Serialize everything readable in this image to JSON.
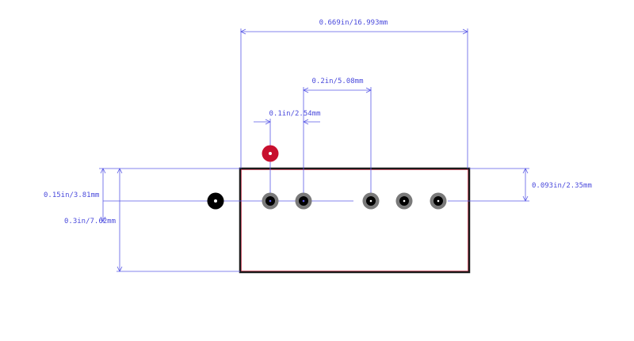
{
  "colors": {
    "dimension": "#5a5ae6",
    "outline": "#1a1a1a",
    "outline_inner": "#c8102e",
    "pad_ring": "#7a7a7a",
    "pad_hole": "#000000",
    "pin1_pad": "#c8102e",
    "mount_pad": "#000000"
  },
  "dimensions": {
    "overall_width": "0.669in/16.993mm",
    "pin_span": "0.2in/5.08mm",
    "pin_pitch": "0.1in/2.54mm",
    "row_offset": "0.15in/3.81mm",
    "body_height": "0.3in/7.62mm",
    "edge_offset": "0.093in/2.35mm"
  }
}
